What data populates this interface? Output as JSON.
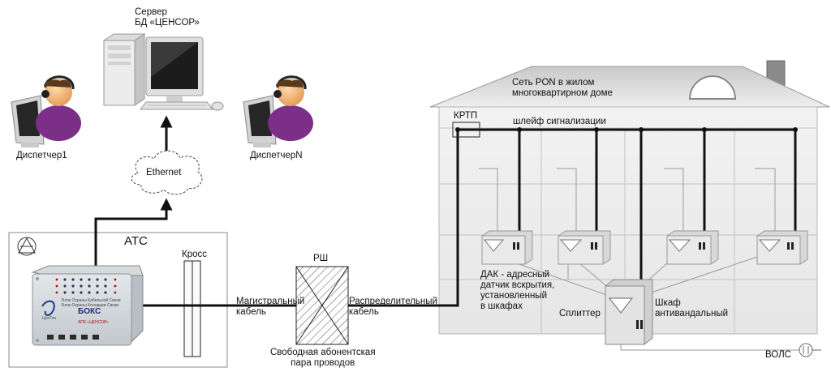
{
  "server": {
    "line1": "Сервер",
    "line2": "БД «ЦЕНСОР»"
  },
  "dispatcher1": {
    "label": "Диспетчер1"
  },
  "dispatcherN": {
    "label": "ДиспетчерN"
  },
  "network": {
    "label": "Ethernet"
  },
  "ats": {
    "title": "АТС",
    "cross_label": "Кросс"
  },
  "device": {
    "title": "БОКС",
    "subtitle": "Блок Охраны Кабельной Связи\nБлок Охраны Колодцев Связи",
    "brand_line": "АПК «ЦЕНСОР»",
    "logo_text": "ЦенТех"
  },
  "trunk_cable": {
    "label": "Магистральный\nкабель"
  },
  "rsh": {
    "label": "РШ"
  },
  "free_pair": {
    "label": "Свободная абонентская\nпара проводов"
  },
  "dist_cable": {
    "label": "Распределительный\nкабель"
  },
  "building": {
    "title": "Сеть PON в жилом\nмногоквартирном доме",
    "krtp": "КРТП",
    "loop": "шлейф сигнализации",
    "dak": "ДАК - адресный\nдатчик вскрытия,\nустановленный\nв шкафах",
    "splitter": "Сплиттер",
    "cabinet": "Шкаф\nантивандальный",
    "fiber": "ВОЛС"
  }
}
